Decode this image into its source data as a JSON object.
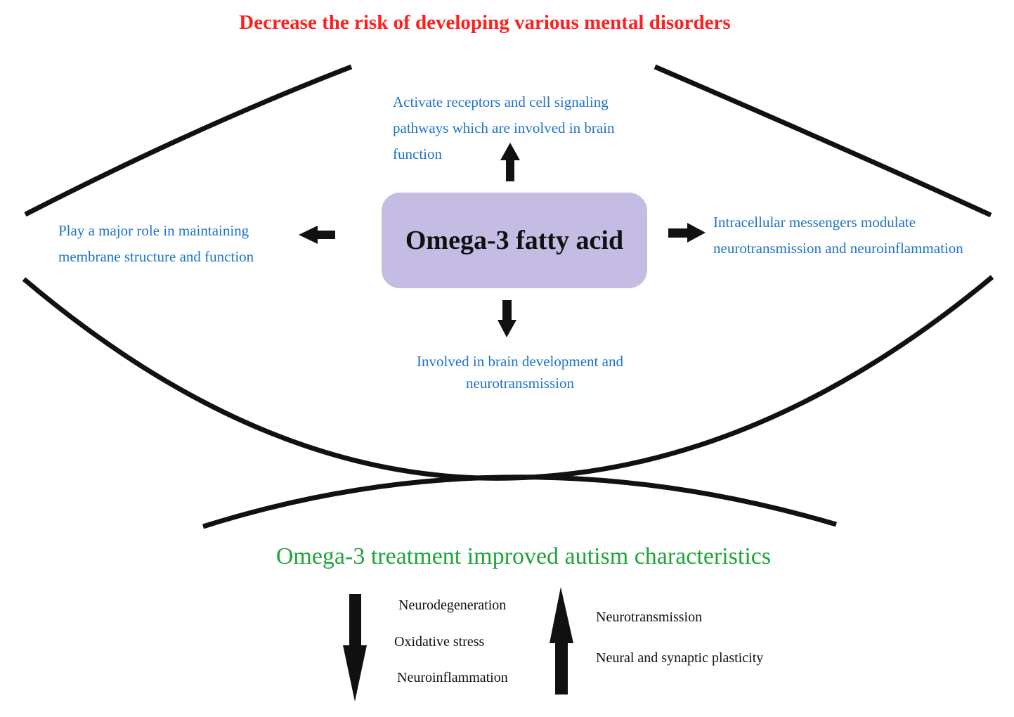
{
  "top_title": "Decrease the  risk of developing various mental disorders",
  "center_label": "Omega-3 fatty acid",
  "effects": {
    "top": "Activate   receptors and cell signaling pathways which are involved in brain function",
    "left": "Play a major role in maintaining membrane structure and function",
    "right": "Intracellular messengers modulate neurotransmission and neuroinflammation",
    "bottom": "Involved in brain development and neurotransmission"
  },
  "bottom_title": "Omega-3 treatment improved autism characteristics",
  "decreased": [
    "Neurodegeneration",
    "Oxidative stress",
    "Neuroinflammation"
  ],
  "increased": [
    "Neurotransmission",
    "Neural and synaptic plasticity"
  ],
  "colors": {
    "top_title": "#ff1f1f",
    "effect_text": "#1e73c8",
    "bottom_title": "#1fa43a",
    "center_box": "#c4bce3"
  }
}
